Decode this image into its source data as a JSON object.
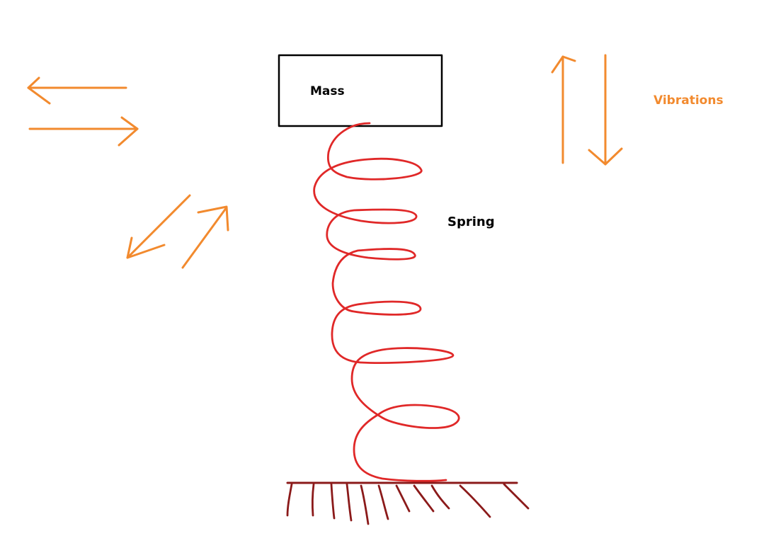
{
  "labels": {
    "mass": "Mass",
    "spring": "Spring",
    "vibrations": "Vibrations"
  },
  "colors": {
    "arrow": "#f28a2e",
    "spring": "#e02828",
    "ground": "#8b1a1a",
    "mass_outline": "#000000",
    "text": "#000000",
    "vibrations_text": "#f28a2e"
  },
  "icons": {
    "horizontal_arrows": "left-right-arrows-icon",
    "diagonal_arrows": "diagonal-arrows-icon",
    "vertical_arrows": "up-down-arrows-icon"
  }
}
